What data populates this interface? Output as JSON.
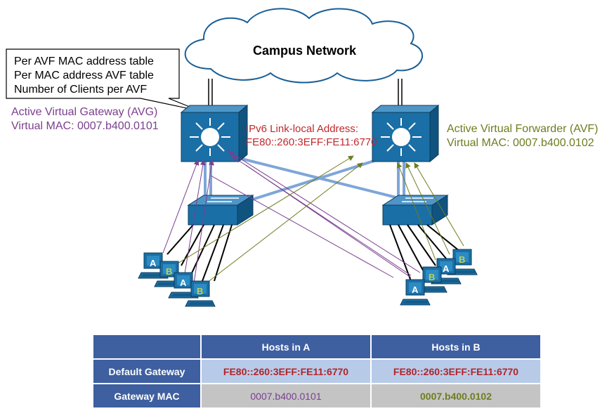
{
  "cloud": {
    "title": "Campus Network"
  },
  "callout": {
    "lines": [
      "Per AVF MAC address table",
      "Per MAC address AVF table",
      "Number of Clients per AVF"
    ]
  },
  "avg": {
    "line1": "Active Virtual Gateway (AVG)",
    "line2": "Virtual MAC: 0007.b400.0101"
  },
  "avf": {
    "line1": "Active Virtual Forwarder  (AVF)",
    "line2": "Virtual MAC: 0007.b400.0102"
  },
  "ipv6": {
    "line1": "IPv6 Link-local Address:",
    "line2": "FE80::260:3EFF:FE11:6770"
  },
  "hosts": {
    "a": "A",
    "b": "B"
  },
  "table": {
    "headers": [
      "",
      "Hosts in A",
      "Hosts in B"
    ],
    "rows": [
      {
        "label": "Default Gateway",
        "a": "FE80::260:3EFF:FE11:6770",
        "b": "FE80::260:3EFF:FE11:6770"
      },
      {
        "label": "Gateway MAC",
        "a": "0007.b400.0101",
        "b": "0007.b400.0102"
      }
    ]
  },
  "colors": {
    "device_blue": "#1a6fa6",
    "link_blue": "#7ea6d8",
    "avg_purple": "#7b3f8f",
    "avf_olive": "#6e7d1f",
    "ipv6_red": "#c0282d",
    "table_header": "#3e5fa0"
  }
}
